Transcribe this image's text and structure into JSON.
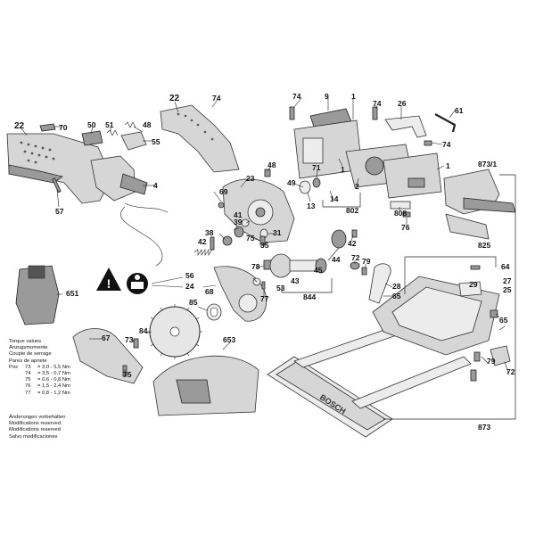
{
  "labels": {
    "l1a": "1",
    "l1b": "1",
    "l9": "9",
    "l13": "13",
    "l14": "14",
    "l2": "2",
    "l22a": "22",
    "l22b": "22",
    "l23": "23",
    "l24": "24",
    "l25": "25",
    "l26": "26",
    "l27": "27",
    "l28": "28",
    "l29": "29",
    "l31": "31",
    "l35": "35",
    "l38": "38",
    "l39": "39",
    "l4": "4",
    "l41": "41",
    "l42a": "42",
    "l42b": "42",
    "l43": "43",
    "l44": "44",
    "l45": "45",
    "l48a": "48",
    "l48b": "48",
    "l49": "49",
    "l50": "50",
    "l51": "51",
    "l53": "53",
    "l55": "55",
    "l56": "56",
    "l57": "57",
    "l61": "61",
    "l64": "64",
    "l65a": "65",
    "l65b": "65",
    "l67": "67",
    "l68": "68",
    "l69": "69",
    "l70": "70",
    "l71": "71",
    "l72a": "72",
    "l72b": "72",
    "l73": "73",
    "l74a": "74",
    "l74b": "74",
    "l74c": "74",
    "l74d": "74",
    "l75a": "75",
    "l75b": "75",
    "l76": "76",
    "l77": "77",
    "l78": "78",
    "l79a": "79",
    "l79b": "79",
    "l802": "802",
    "l808": "808",
    "l825": "825",
    "l844": "844",
    "l84": "84",
    "l85": "85",
    "l651": "651",
    "l653": "653",
    "l873": "873",
    "l873_1": "873/1"
  },
  "torque": {
    "title_lines": [
      "Torque values",
      "Anzugsmomente",
      "Couple de serrage",
      "Pares de apriete"
    ],
    "rows": [
      {
        "pos": "Pos",
        "num": "73",
        "range": "= 3,0 - 5,5 Nm"
      },
      {
        "pos": "",
        "num": "74",
        "range": "= 3,5 - 0,7 Nm"
      },
      {
        "pos": "",
        "num": "75",
        "range": "= 0,6 - 0,8 Nm"
      },
      {
        "pos": "",
        "num": "76",
        "range": "= 1,5 - 2,4 Nm"
      },
      {
        "pos": "",
        "num": "77",
        "range": "= 0,8 - 1,2 Nm"
      }
    ]
  },
  "modifications": [
    "Änderungen vorbehalten",
    "Modifications reserved",
    "Modifications reserved",
    "Salvo modificaciones"
  ],
  "brand_text": "BOSCH",
  "colors": {
    "ink": "#111111",
    "part_fill": "#d6d6d6",
    "part_dark": "#9a9a9a"
  },
  "icons": [
    "warning-triangle-icon",
    "read-manual-icon"
  ]
}
